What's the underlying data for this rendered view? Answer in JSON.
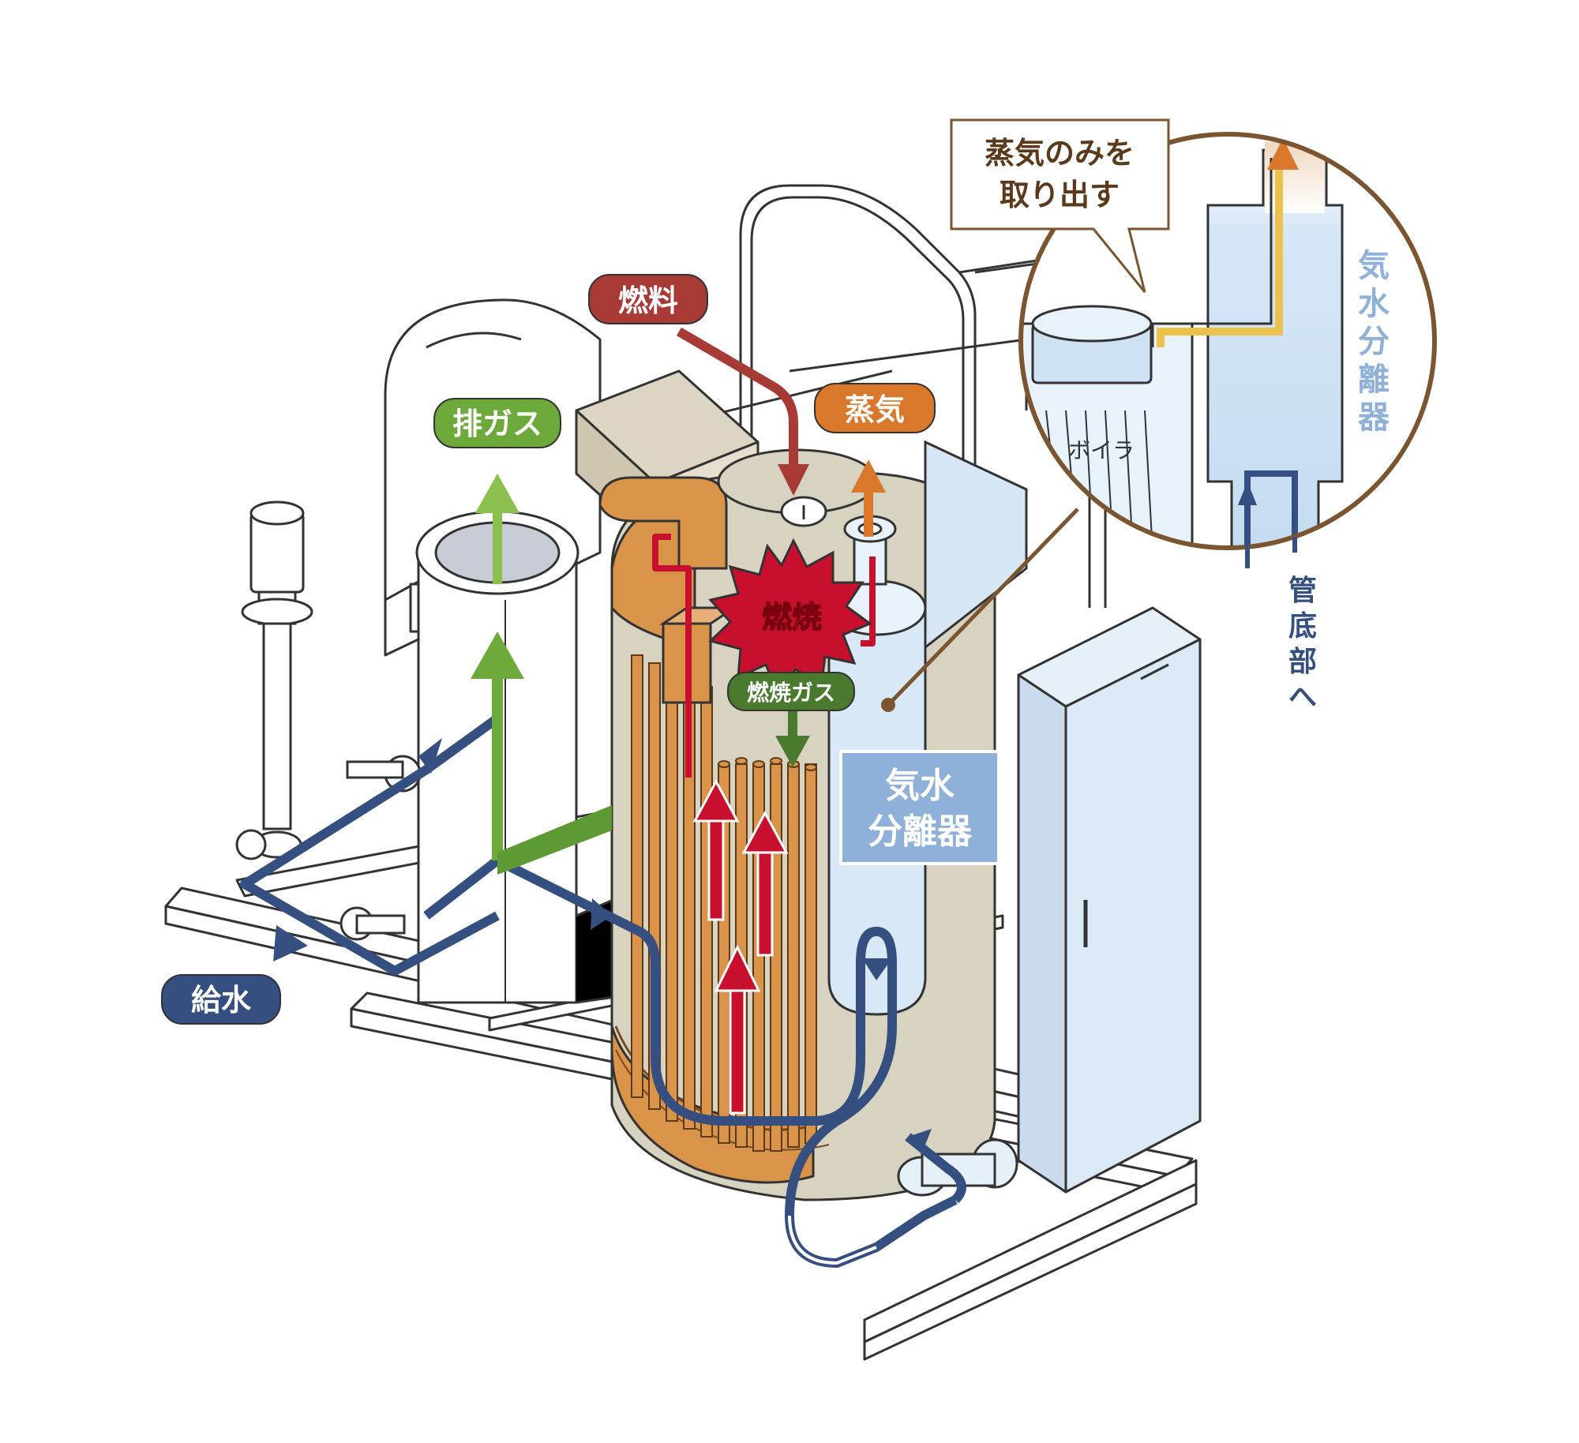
{
  "labels": {
    "fuel": "燃料",
    "steam": "蒸気",
    "exhaust_gas": "排ガス",
    "combustion": "燃焼",
    "combustion_gas": "燃焼ガス",
    "separator_main_line1": "気水",
    "separator_main_line2": "分離器",
    "feed_water": "給水",
    "callout_line1": "蒸気のみを",
    "callout_line2": "取り出す",
    "inset_boiler": "ボイラ",
    "inset_separator_chars": [
      "気",
      "水",
      "分",
      "離",
      "器"
    ],
    "inset_bottom_chars": [
      "管",
      "底",
      "部",
      "へ"
    ]
  },
  "colors": {
    "fuel_red": "#a83a36",
    "combustion_red": "#c8102e",
    "steam_orange": "#d9782a",
    "exhaust_green": "#6ea93c",
    "combustion_gas_green": "#4a7a2e",
    "water_blue": "#344f80",
    "separator_blue": "#8fb0d8",
    "boiler_copper": "#d9944a",
    "shell_beige": "#d8d2c0",
    "callout_brown": "#7a5530"
  }
}
